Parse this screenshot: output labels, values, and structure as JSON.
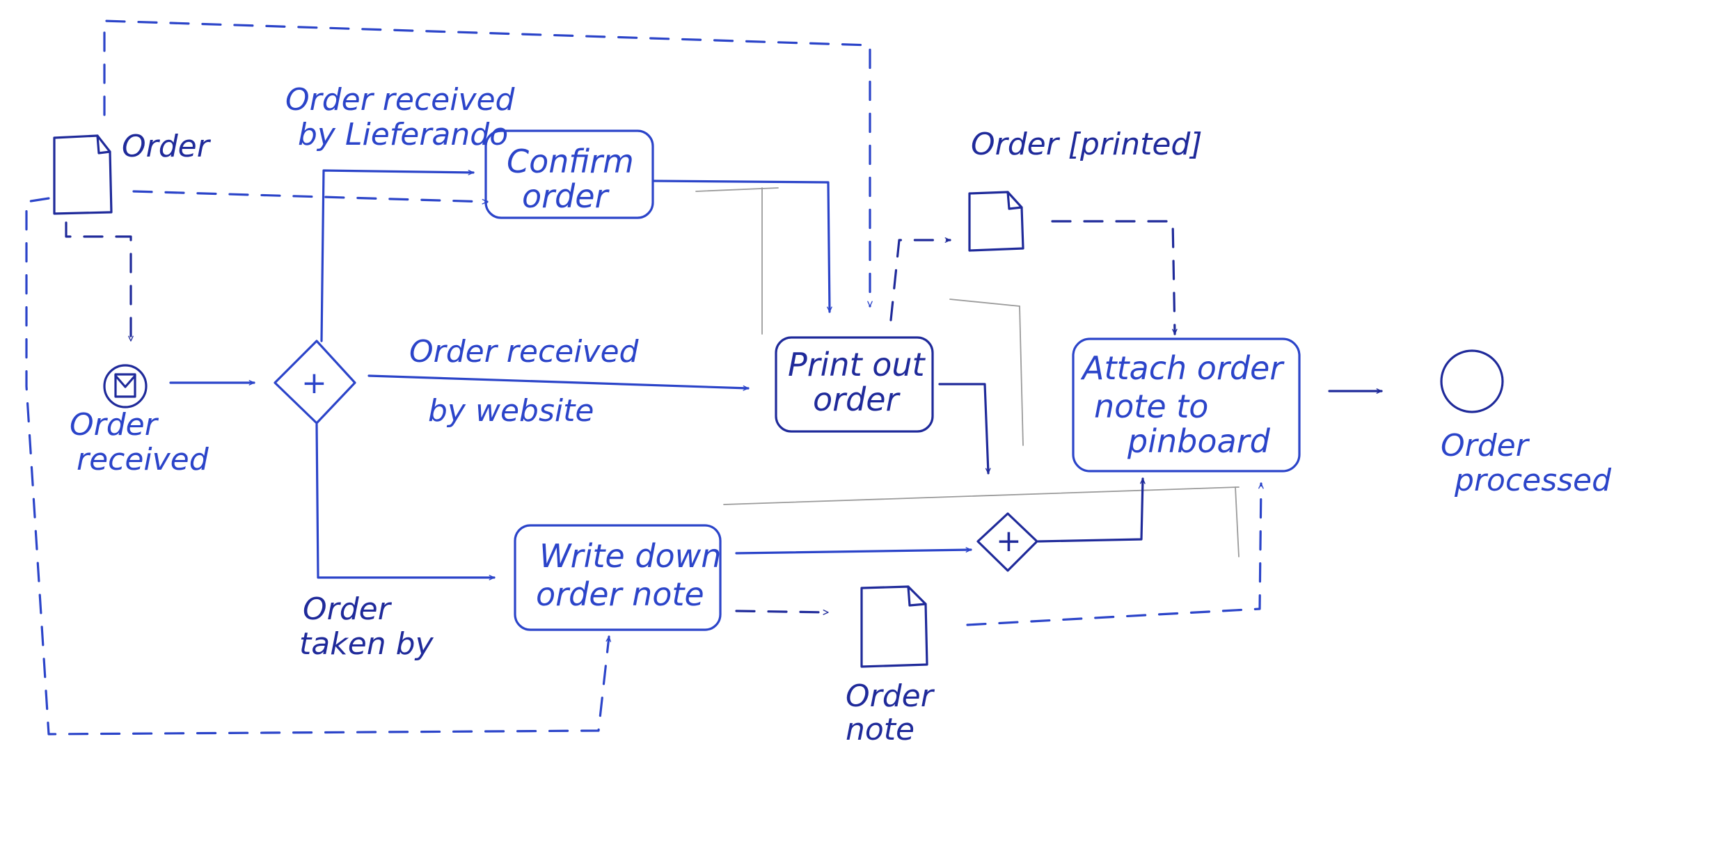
{
  "diagram": {
    "ink_color": "#2b44c9",
    "ink_dark_color": "#1f2a9a",
    "data_objects": {
      "order": "Order",
      "order_printed": "Order [printed]",
      "order_note_line1": "Order",
      "order_note_line2": "note"
    },
    "events": {
      "start_line1": "Order",
      "start_line2": "received",
      "end_line1": "Order",
      "end_line2": "processed"
    },
    "tasks": {
      "confirm_line1": "Confirm",
      "confirm_line2": "order",
      "print_line1": "Print out",
      "print_line2": "order",
      "write_line1": "Write down",
      "write_line2": "order note",
      "attach_line1": "Attach order",
      "attach_line2": "note to",
      "attach_line3": "pinboard"
    },
    "flow_labels": {
      "lieferando_line1": "Order received",
      "lieferando_line2": "by Lieferando",
      "website_line1": "Order received",
      "website_line2": "by website",
      "taken_line1": "Order",
      "taken_line2": "taken by"
    },
    "gateway_symbol": "+"
  }
}
